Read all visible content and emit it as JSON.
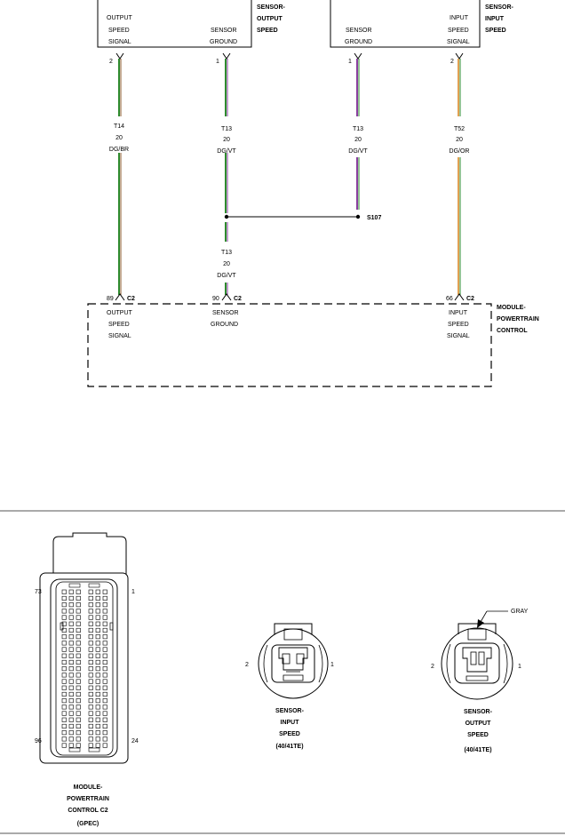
{
  "sensor_output_box": {
    "pin_labels": [
      "OUTPUT",
      "SPEED",
      "SIGNAL"
    ],
    "ground_labels": [
      "SENSOR",
      "GROUND"
    ],
    "title": [
      "SENSOR-",
      "OUTPUT",
      "SPEED"
    ]
  },
  "sensor_input_box": {
    "ground_labels": [
      "SENSOR",
      "GROUND"
    ],
    "pin_labels": [
      "INPUT",
      "SPEED",
      "SIGNAL"
    ],
    "title": [
      "SENSOR-",
      "INPUT",
      "SPEED"
    ]
  },
  "sensor_pins": {
    "w1": "2",
    "w2": "1",
    "w3": "1",
    "w4": "2"
  },
  "wires": {
    "w1": {
      "circuit": "T14",
      "gauge": "20",
      "color": "DG/BR"
    },
    "w2": {
      "circuit": "T13",
      "gauge": "20",
      "color": "DG/VT"
    },
    "w3": {
      "circuit": "T13",
      "gauge": "20",
      "color": "DG/VT"
    },
    "w4": {
      "circuit": "T52",
      "gauge": "20",
      "color": "DG/OR"
    },
    "w2b": {
      "circuit": "T13",
      "gauge": "20",
      "color": "DG/VT"
    }
  },
  "splice": "S107",
  "module_pins": {
    "w1": {
      "pin": "89",
      "connector": "C2"
    },
    "w2": {
      "pin": "90",
      "connector": "C2"
    },
    "w4": {
      "pin": "66",
      "connector": "C2"
    }
  },
  "module_box": {
    "labels_1": [
      "OUTPUT",
      "SPEED",
      "SIGNAL"
    ],
    "labels_2": [
      "SENSOR",
      "GROUND"
    ],
    "labels_3": [
      "INPUT",
      "SPEED",
      "SIGNAL"
    ],
    "title": [
      "MODULE-",
      "POWERTRAIN",
      "CONTROL"
    ]
  },
  "wire_colors": {
    "dg": "#2e8b2e",
    "br": "#8b5a2b",
    "vt": "#8a3fa0",
    "or": "#e0a050"
  },
  "connectors": {
    "c2": {
      "pin_tl": "73",
      "pin_tr": "1",
      "pin_bl": "96",
      "pin_br": "24",
      "caption": [
        "MODULE-",
        "POWERTRAIN",
        "CONTROL C2",
        "(GPEC)"
      ]
    },
    "input_sensor": {
      "pin_left": "2",
      "pin_right": "1",
      "caption": [
        "SENSOR-",
        "INPUT",
        "SPEED",
        "(40/41TE)"
      ]
    },
    "output_sensor": {
      "pin_left": "2",
      "pin_right": "1",
      "callout": "GRAY",
      "caption": [
        "SENSOR-",
        "OUTPUT",
        "SPEED",
        "(40/41TE)"
      ]
    }
  }
}
